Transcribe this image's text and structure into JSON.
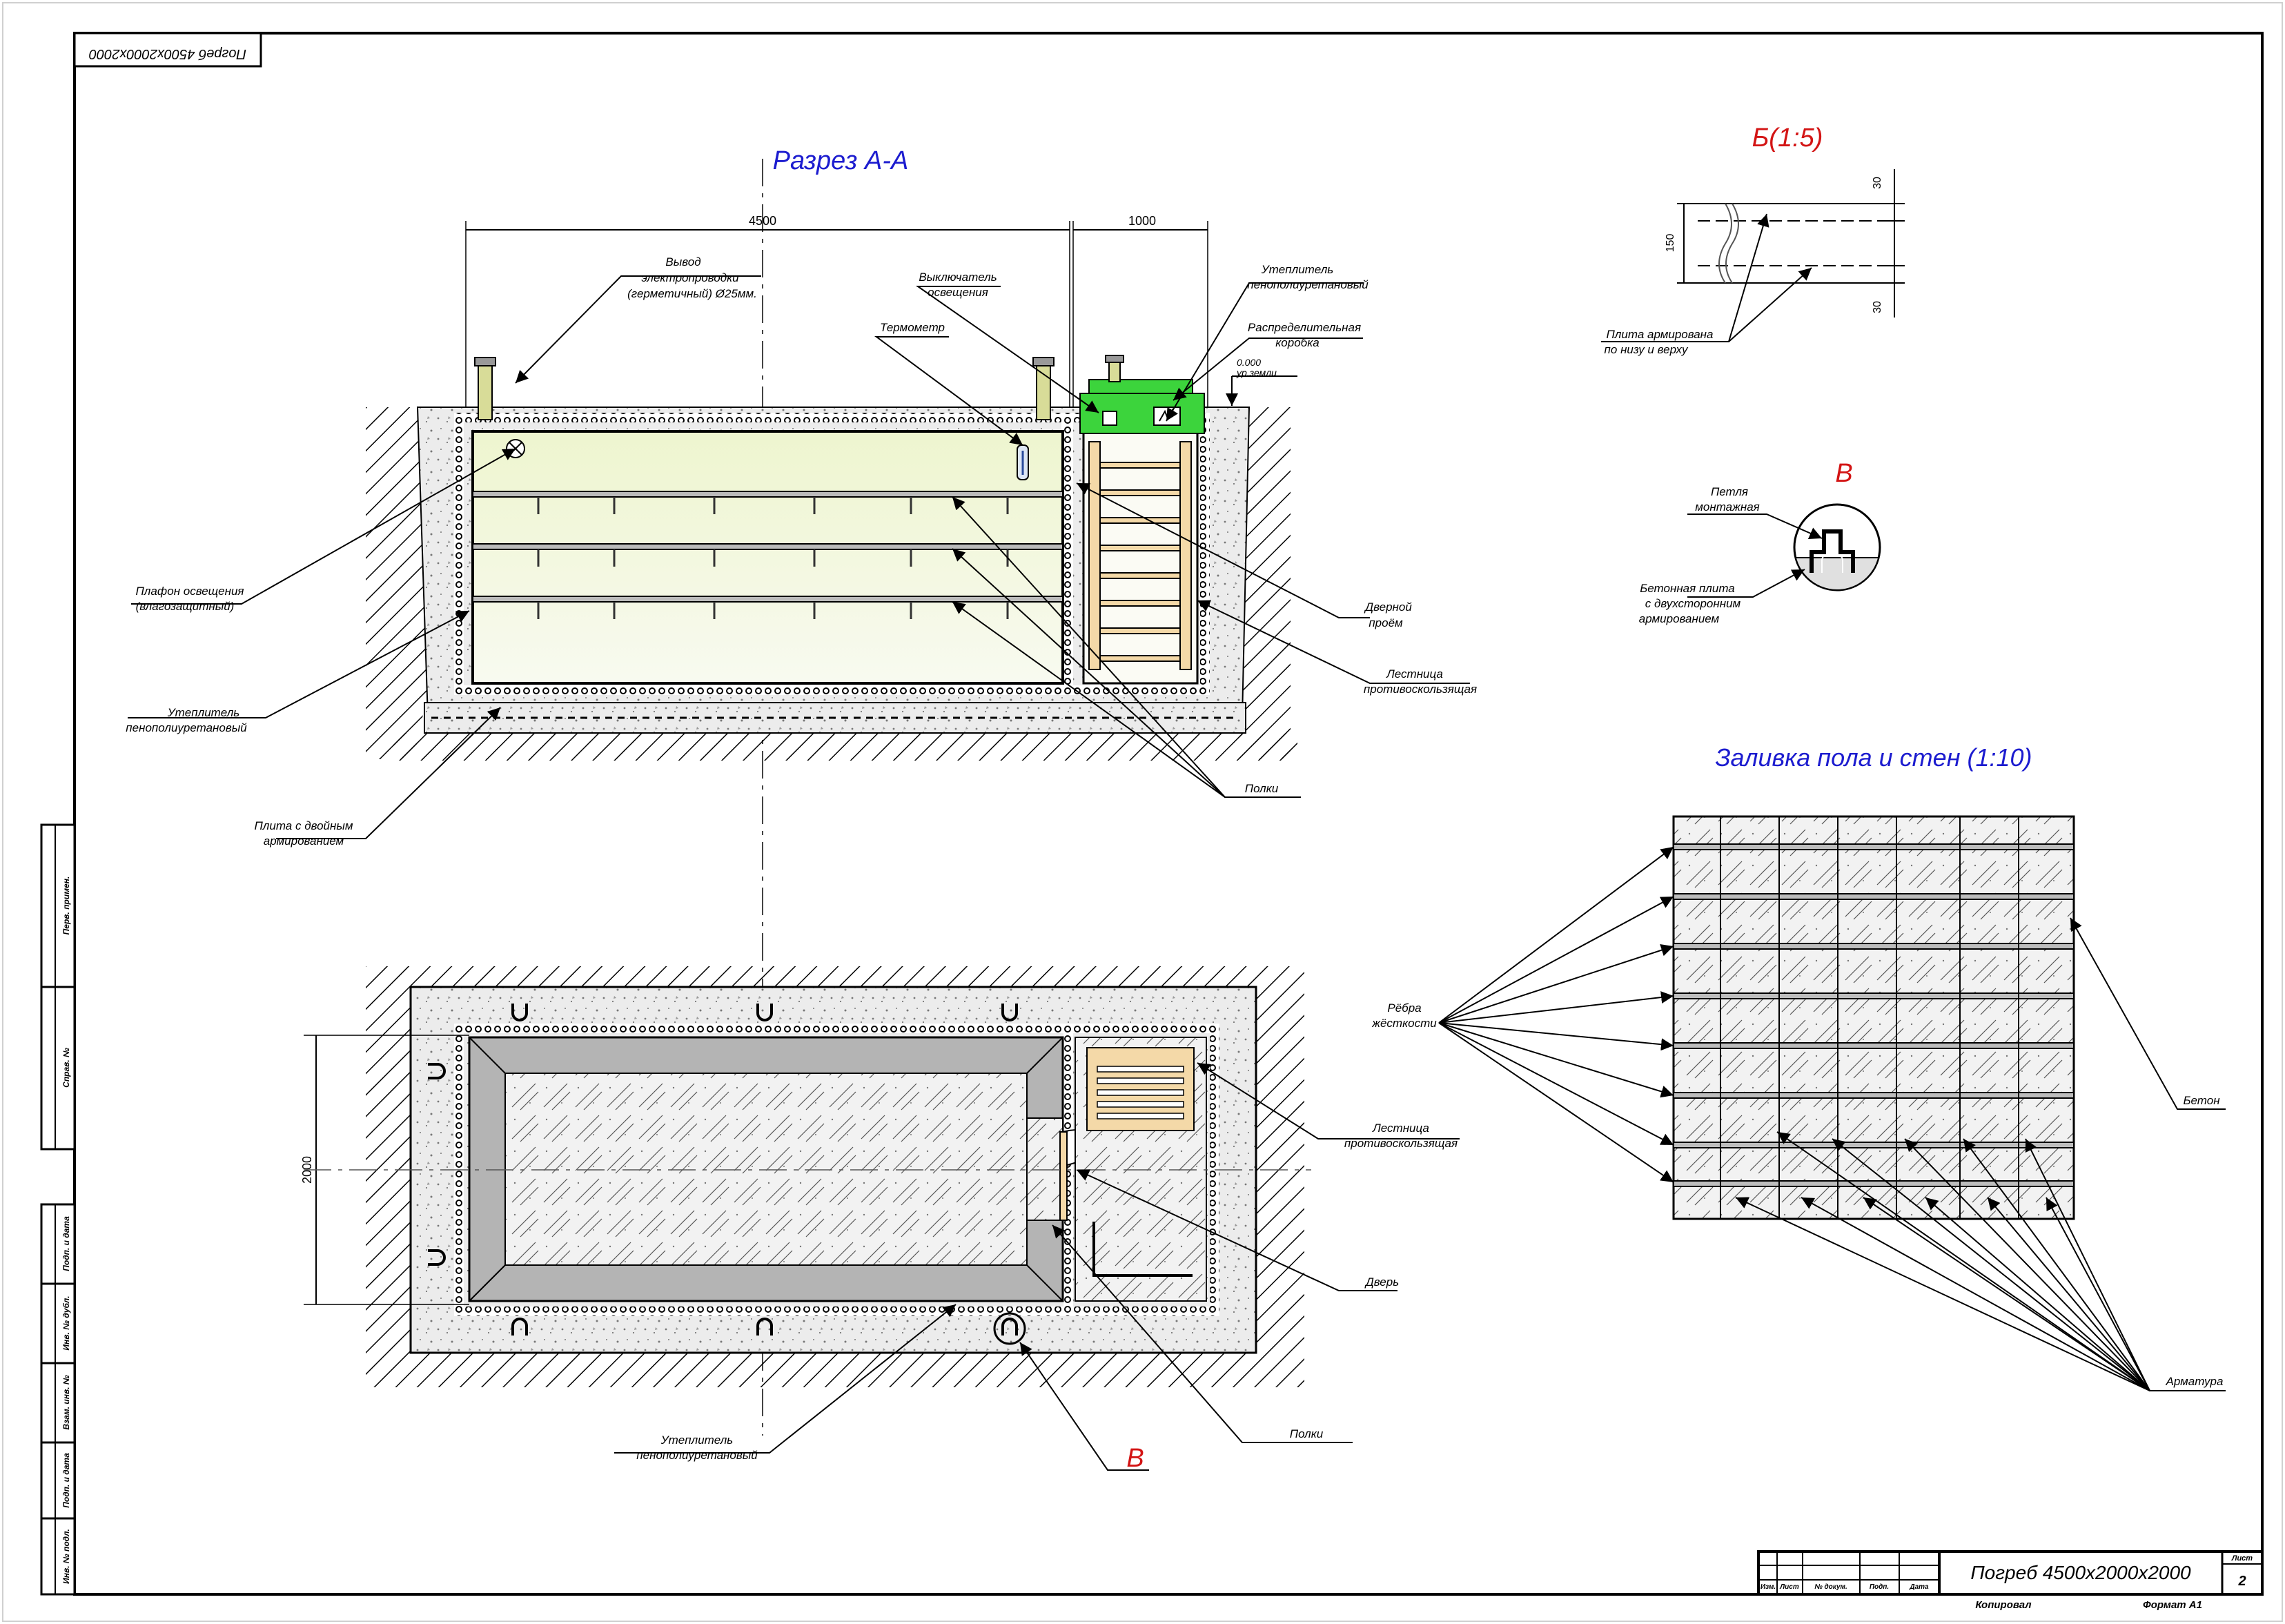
{
  "sheet": {
    "top_stamp": "Погреб 4500x2000x2000",
    "sheet_label": "Лист",
    "sheet_number": "2",
    "title_block_name": "Погреб 4500x2000x2000",
    "copied": "Копировал",
    "format": "Формат А1",
    "left_stamps": [
      "Перв. примен.",
      "Справ. №",
      "Подп. и дата",
      "Инв. № дубл.",
      "Взам. инв. №",
      "Подп. и дата",
      "Инв. № подл."
    ],
    "tb_cols": [
      "Изм.",
      "Лист",
      "№ докум.",
      "Подп.",
      "Дата"
    ]
  },
  "section": {
    "title": "Разрез А-А",
    "dim_4500": "4500",
    "dim_1000": "1000",
    "ground_level": "0.000",
    "ground_level_label": "ур.земли",
    "labels": {
      "wire_1": "Вывод",
      "wire_2": "электропроводки",
      "wire_3": "(герметичный) Ø25мм.",
      "switch_1": "Выключатель",
      "switch_2": "освещения",
      "insul_top_1": "Утеплитель",
      "insul_top_2": "пенополиуретановый",
      "thermo": "Термометр",
      "dist_1": "Распределительная",
      "dist_2": "коробка",
      "lamp_1": "Плафон освещения",
      "lamp_2": "(влагозащитный)",
      "insul_left_1": "Утеплитель",
      "insul_left_2": "пенополиуретановый",
      "slab_1": "Плита с двойным",
      "slab_2": "армированием",
      "door_1": "Дверной",
      "door_2": "проём",
      "ladder_1": "Лестница",
      "ladder_2": "противоскользящая",
      "shelves": "Полки"
    }
  },
  "plan": {
    "dim_2000": "2000",
    "labels": {
      "ladder_1": "Лестница",
      "ladder_2": "противоскользящая",
      "door": "Дверь",
      "shelves": "Полки",
      "insul_1": "Утеплитель",
      "insul_2": "пенополиуретановый",
      "callout_v": "В"
    }
  },
  "detail_b": {
    "title": "Б(1:5)",
    "dim_30a": "30",
    "dim_150": "150",
    "dim_30b": "30",
    "label_1": "Плита армирована",
    "label_2": "по низу и верху"
  },
  "detail_v": {
    "title": "В",
    "loop_1": "Петля",
    "loop_2": "монтажная",
    "slab_1": "Бетонная плита",
    "slab_2": "с двухсторонним",
    "slab_3": "армированием"
  },
  "pour": {
    "title": "Заливка пола и стен (1:10)",
    "ribs_1": "Рёбра",
    "ribs_2": "жёсткости",
    "concrete": "Бетон",
    "rebar": "Арматура"
  },
  "colors": {
    "title_blue": "#1c1ccf",
    "callout_red": "#d31414",
    "room_fill": "#f0f5d8",
    "ladder_wood": "#f4d9a8",
    "hatch_box": "#3cd43c",
    "pipe": "#d8dc98"
  }
}
